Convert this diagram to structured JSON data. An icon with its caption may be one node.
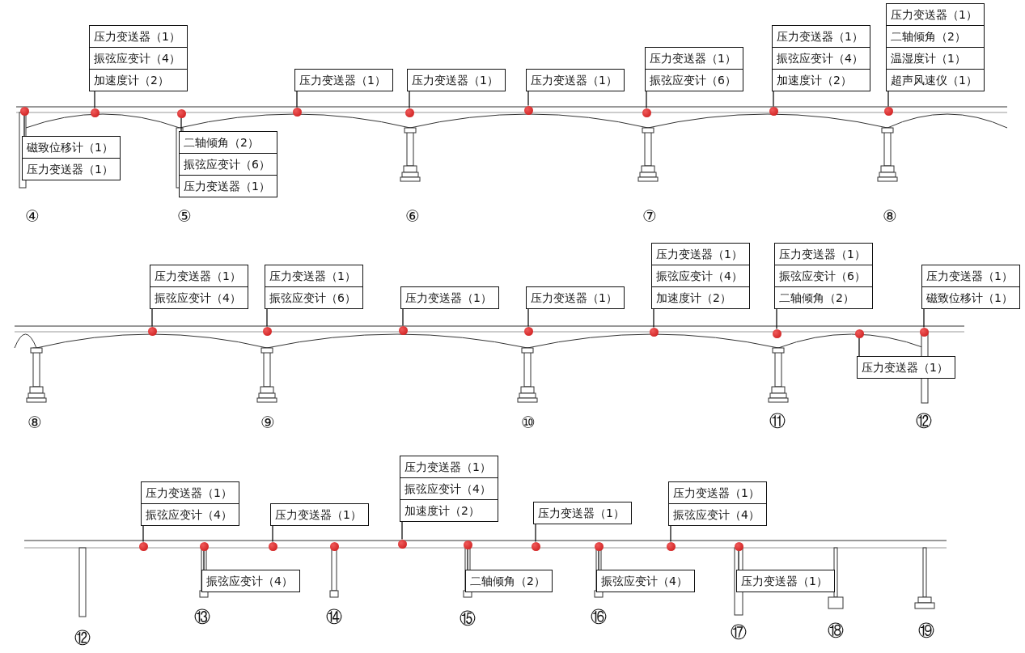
{
  "diagram": {
    "nodes": [
      {
        "text": [
          "磁致位移计（1）",
          "压力变送器（1）"
        ]
      },
      {
        "text": [],
        "shape": "circle"
      },
      {
        "text": [
          "压力变送器（1）",
          "振弦应变计（4）",
          "加速度计（2）"
        ]
      },
      {
        "text": [],
        "shape": "circle"
      },
      {
        "text": [
          "二轴倾角（2）",
          "振弦应变计（6）",
          "压力变送器（1）"
        ]
      },
      {
        "text": [],
        "shape": "circle"
      },
      {
        "text": [
          "压力变送器（1）"
        ]
      },
      {
        "text": [],
        "shape": "circle"
      },
      {
        "text": [
          "压力变送器（1）"
        ]
      },
      {
        "text": [],
        "shape": "circle"
      },
      {
        "text": [
          "压力变送器（1）"
        ]
      },
      {
        "text": [],
        "shape": "circle"
      },
      {
        "text": [
          "压力变送器（1）",
          "振弦应变计（6）"
        ]
      },
      {
        "text": [],
        "shape": "circle"
      },
      {
        "text": [
          "压力变送器（1）",
          "振弦应变计（4）",
          "加速度计（2）"
        ]
      },
      {
        "text": [],
        "shape": "circle"
      },
      {
        "text": [
          "压力变送器（1）",
          "二轴倾角（2）",
          "温湿度计（1）",
          "超声风速仪（1）"
        ]
      },
      {
        "text": [],
        "shape": "circle"
      },
      {
        "text": [
          "压力变送器（1）",
          "振弦应变计（4）"
        ]
      },
      {
        "text": [],
        "shape": "circle"
      },
      {
        "text": [
          "压力变送器（1）",
          "振弦应变计（6）"
        ]
      },
      {
        "text": [],
        "shape": "circle"
      },
      {
        "text": [
          "压力变送器（1）"
        ]
      },
      {
        "text": [],
        "shape": "circle"
      },
      {
        "text": [
          "压力变送器（1）"
        ]
      },
      {
        "text": [],
        "shape": "circle"
      },
      {
        "text": [
          "压力变送器（1）",
          "振弦应变计（4）",
          "加速度计（2）"
        ]
      },
      {
        "text": [],
        "shape": "circle"
      },
      {
        "text": [
          "压力变送器（1）",
          "振弦应变计（6）",
          "二轴倾角（2）"
        ]
      },
      {
        "text": [],
        "shape": "circle"
      },
      {
        "text": [
          "压力变送器（1）"
        ]
      },
      {
        "text": [],
        "shape": "circle"
      },
      {
        "text": [
          "压力变送器（1）",
          "磁致位移计（1）"
        ]
      },
      {
        "text": [],
        "shape": "circle"
      },
      {
        "text": [
          "压力变送器（1）",
          "振弦应变计（4）"
        ]
      },
      {
        "text": [],
        "shape": "circle"
      },
      {
        "text": [
          "振弦应变计（4）"
        ]
      },
      {
        "text": [],
        "shape": "circle"
      },
      {
        "text": [
          "压力变送器（1）"
        ]
      },
      {
        "text": [],
        "shape": "circle"
      },
      {
        "text": [],
        "shape": "circle"
      },
      {
        "text": [
          "压力变送器（1）",
          "振弦应变计（4）",
          "加速度计（2）"
        ]
      },
      {
        "text": [],
        "shape": "circle"
      },
      {
        "text": [
          "二轴倾角（2）"
        ]
      },
      {
        "text": [],
        "shape": "circle"
      },
      {
        "text": [
          "压力变送器（1）"
        ]
      },
      {
        "text": [],
        "shape": "circle"
      },
      {
        "text": [
          "振弦应变计（4）"
        ]
      },
      {
        "text": [],
        "shape": "circle"
      },
      {
        "text": [
          "压力变送器（1）",
          "振弦应变计（4）"
        ]
      },
      {
        "text": [],
        "shape": "circle"
      },
      {
        "text": [
          "压力变送器（1）"
        ]
      },
      {
        "text": [],
        "shape": "circle"
      }
    ],
    "edges": [
      {
        "from": 0,
        "to": 1,
        "arrow": "none"
      },
      {
        "from": 2,
        "to": 3,
        "arrow": "none"
      },
      {
        "from": 4,
        "to": 5,
        "arrow": "none"
      },
      {
        "from": 6,
        "to": 7,
        "arrow": "none"
      },
      {
        "from": 8,
        "to": 9,
        "arrow": "none"
      },
      {
        "from": 10,
        "to": 11,
        "arrow": "none"
      },
      {
        "from": 12,
        "to": 13,
        "arrow": "none"
      },
      {
        "from": 14,
        "to": 15,
        "arrow": "none"
      },
      {
        "from": 16,
        "to": 17,
        "arrow": "none"
      },
      {
        "from": 18,
        "to": 19,
        "arrow": "none"
      },
      {
        "from": 20,
        "to": 21,
        "arrow": "none"
      },
      {
        "from": 22,
        "to": 23,
        "arrow": "none"
      },
      {
        "from": 24,
        "to": 25,
        "arrow": "none"
      },
      {
        "from": 26,
        "to": 27,
        "arrow": "none"
      },
      {
        "from": 28,
        "to": 29,
        "arrow": "none"
      },
      {
        "from": 30,
        "to": 31,
        "arrow": "none"
      },
      {
        "from": 32,
        "to": 33,
        "arrow": "none"
      },
      {
        "from": 34,
        "to": 35,
        "arrow": "none"
      },
      {
        "from": 36,
        "to": 37,
        "arrow": "none"
      },
      {
        "from": 38,
        "to": 39,
        "arrow": "none"
      },
      {
        "from": 41,
        "to": 42,
        "arrow": "none"
      },
      {
        "from": 43,
        "to": 44,
        "arrow": "none"
      },
      {
        "from": 45,
        "to": 46,
        "arrow": "none"
      },
      {
        "from": 47,
        "to": 48,
        "arrow": "none"
      },
      {
        "from": 49,
        "to": 50,
        "arrow": "none"
      },
      {
        "from": 51,
        "to": 52,
        "arrow": "none"
      }
    ],
    "labels": [
      "④",
      "⑤",
      "⑥",
      "⑦",
      "⑧",
      "⑧",
      "⑨",
      "⑩",
      "⑪",
      "⑫",
      "⑫",
      "⑬",
      "⑭",
      "⑮",
      "⑯",
      "⑰",
      "⑱",
      "⑲"
    ]
  }
}
